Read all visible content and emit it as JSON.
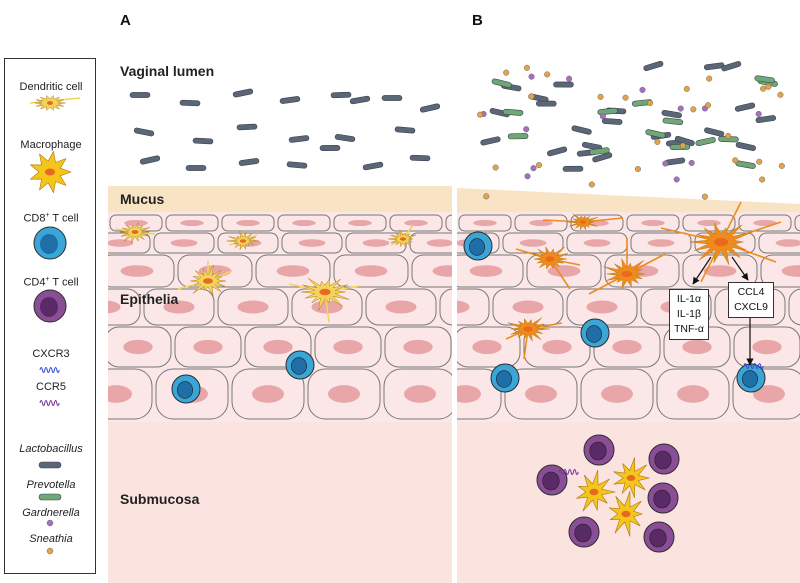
{
  "panels": {
    "a": "A",
    "b": "B"
  },
  "layers": {
    "lumen": "Vaginal lumen",
    "mucus": "Mucus",
    "epithelia": "Epithelia",
    "submucosa": "Submucosa"
  },
  "legend": {
    "dendritic": "Dendritic cell",
    "macrophage": "Macrophage",
    "cd8": "CD8+ T cell",
    "cd4": "CD4+ T cell",
    "cxcr3": "CXCR3",
    "ccr5": "CCR5",
    "lactobacillus": "Lactobacillus",
    "prevotella": "Prevotella",
    "gardnerella": "Gardnerella",
    "sneathia": "Sneathia"
  },
  "cytokines": [
    "IL-1α",
    "IL-1β",
    "TNF-α"
  ],
  "chemokines": [
    "CCL4",
    "CXCL9"
  ],
  "colors": {
    "dendritic_resting": "#f2d35c",
    "dendritic_active": "#f08a1c",
    "macrophage": "#f6c51c",
    "cd8": "#3aa6d8",
    "cd4": "#8a4e96",
    "cxcr3": "#3a4fd6",
    "ccr5": "#7a3aa0",
    "lactobacillus": "#5b6677",
    "prevotella": "#6fa874",
    "gardnerella": "#a670bf",
    "sneathia": "#e3a34a",
    "mucus": "#f8e4c4",
    "epithelial_cell": "#fbe7e7",
    "nucleus": "#e8a6a8",
    "submucosa": "#fbe3e0"
  }
}
